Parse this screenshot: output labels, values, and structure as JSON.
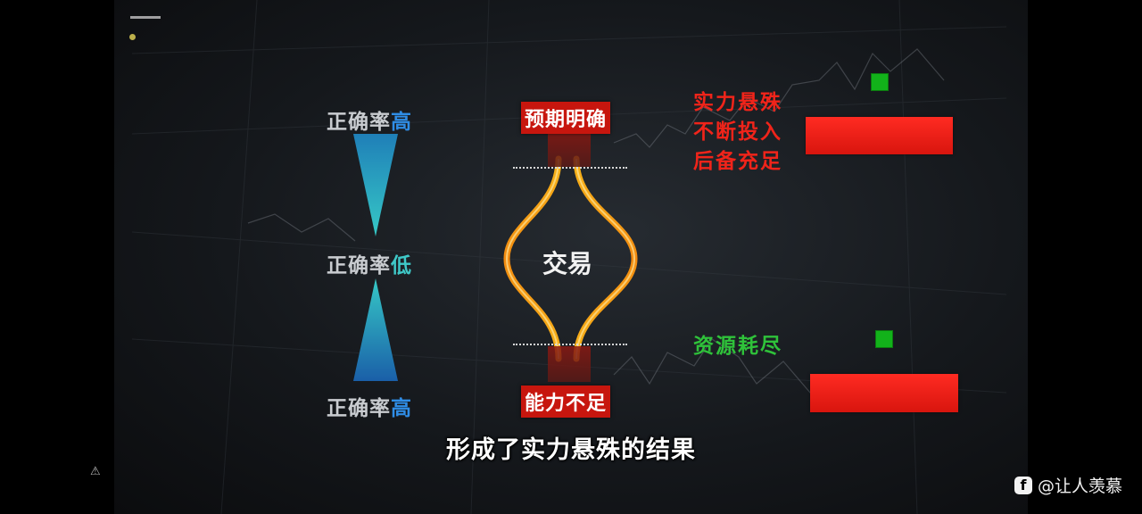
{
  "diagram": {
    "left_labels": {
      "top": {
        "prefix": "正确率",
        "suffix": "高"
      },
      "middle": {
        "prefix": "正确率",
        "suffix": "低"
      },
      "bottom": {
        "prefix": "正确率",
        "suffix": "高"
      }
    },
    "center": {
      "top_box": "预期明确",
      "core": "交易",
      "bottom_box": "能力不足"
    },
    "right": {
      "top_lines": [
        "实力悬殊",
        "不断投入",
        "后备充足"
      ],
      "bottom_line": "资源耗尽"
    }
  },
  "subtitle": "形成了实力悬殊的结果",
  "watermark": {
    "logo_glyph": "f",
    "text": "@让人羡慕"
  },
  "icons": {
    "warning": "warning-icon",
    "watermark_logo": "app-logo-icon"
  },
  "colors": {
    "accent_blue": "#2f8de6",
    "accent_teal": "#3fc9c8",
    "red": "#c7160e",
    "red_text": "#f0241a",
    "green": "#2fc23a",
    "orange": "#f29a12"
  }
}
